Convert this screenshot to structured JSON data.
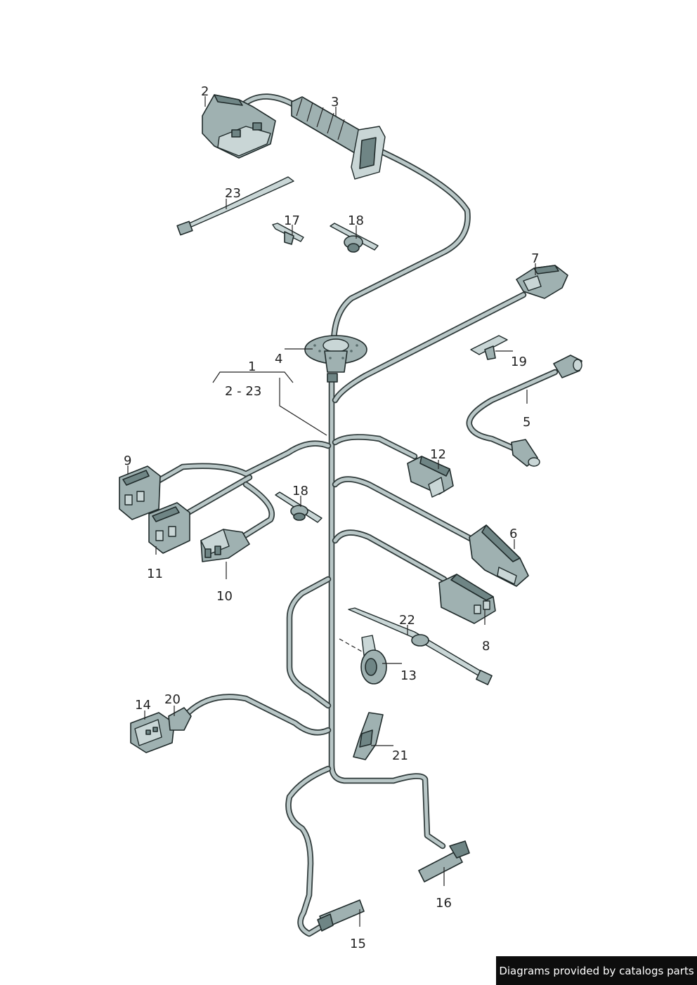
{
  "callouts": {
    "c1": "1",
    "c1_range": "2 - 23",
    "c2": "2",
    "c3": "3",
    "c4": "4",
    "c5": "5",
    "c6": "6",
    "c7": "7",
    "c8": "8",
    "c9": "9",
    "c10": "10",
    "c11": "11",
    "c12": "12",
    "c13": "13",
    "c14": "14",
    "c15": "15",
    "c16": "16",
    "c17": "17",
    "c18a": "18",
    "c18b": "18",
    "c19": "19",
    "c20": "20",
    "c21": "21",
    "c22": "22",
    "c23": "23"
  },
  "footer": {
    "text": "Diagrams provided by catalogs parts"
  },
  "colors": {
    "part_fill": "#9fb1b1",
    "wire_fill": "#b9c7c7",
    "outline": "#1f2a2a"
  }
}
